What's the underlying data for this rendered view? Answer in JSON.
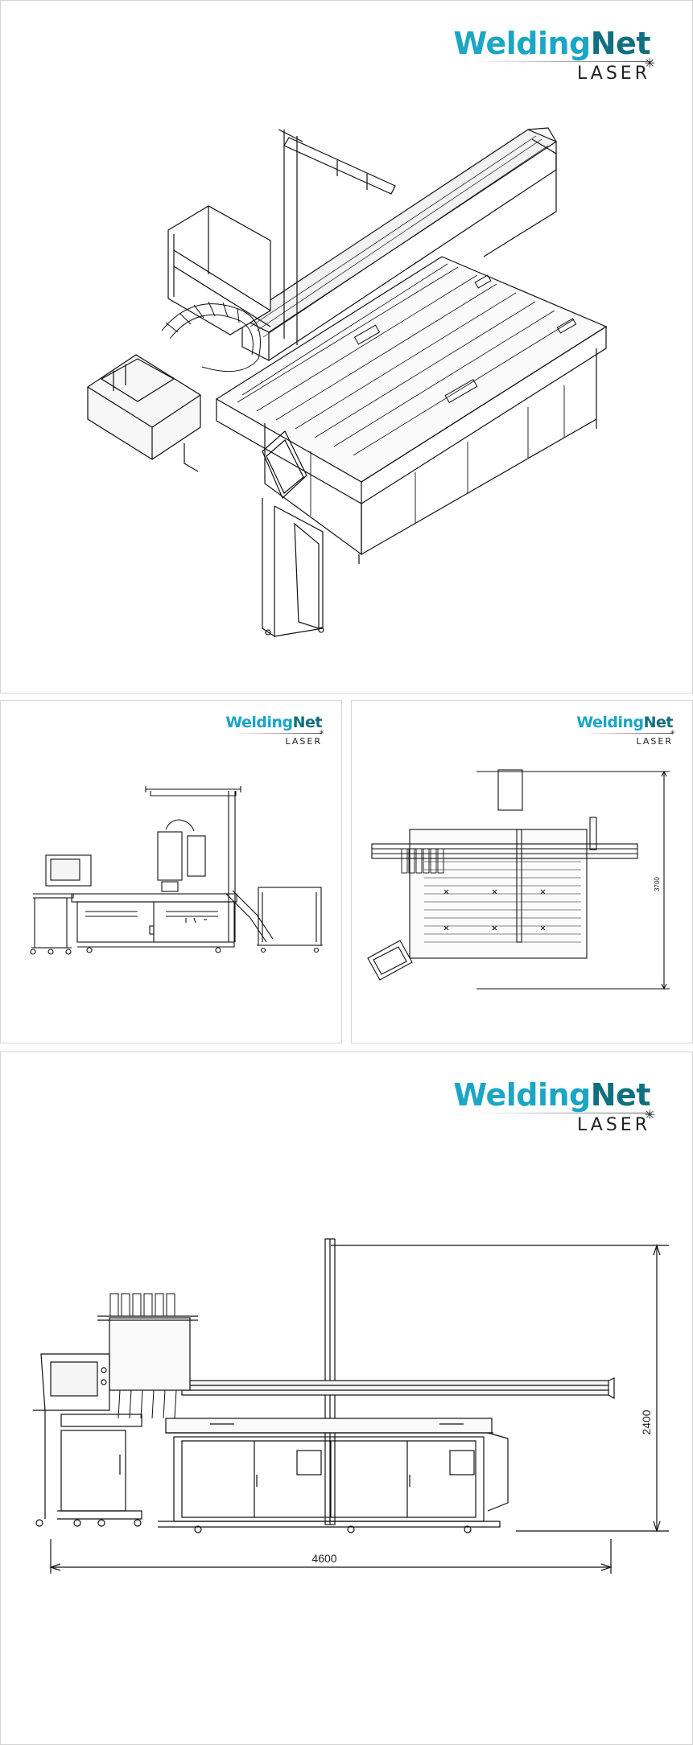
{
  "logo": {
    "brand_part1": "Welding",
    "brand_part2": "Net",
    "subtitle": "LASER",
    "colors": {
      "part1": "#1aa6c4",
      "part2": "#11707f",
      "subtitle": "#222222"
    }
  },
  "views": [
    {
      "name": "isometric-view"
    },
    {
      "name": "side-view"
    },
    {
      "name": "top-view",
      "dimension": "3700"
    },
    {
      "name": "front-view",
      "width_dimension": "4600",
      "height_dimension": "2400"
    }
  ]
}
